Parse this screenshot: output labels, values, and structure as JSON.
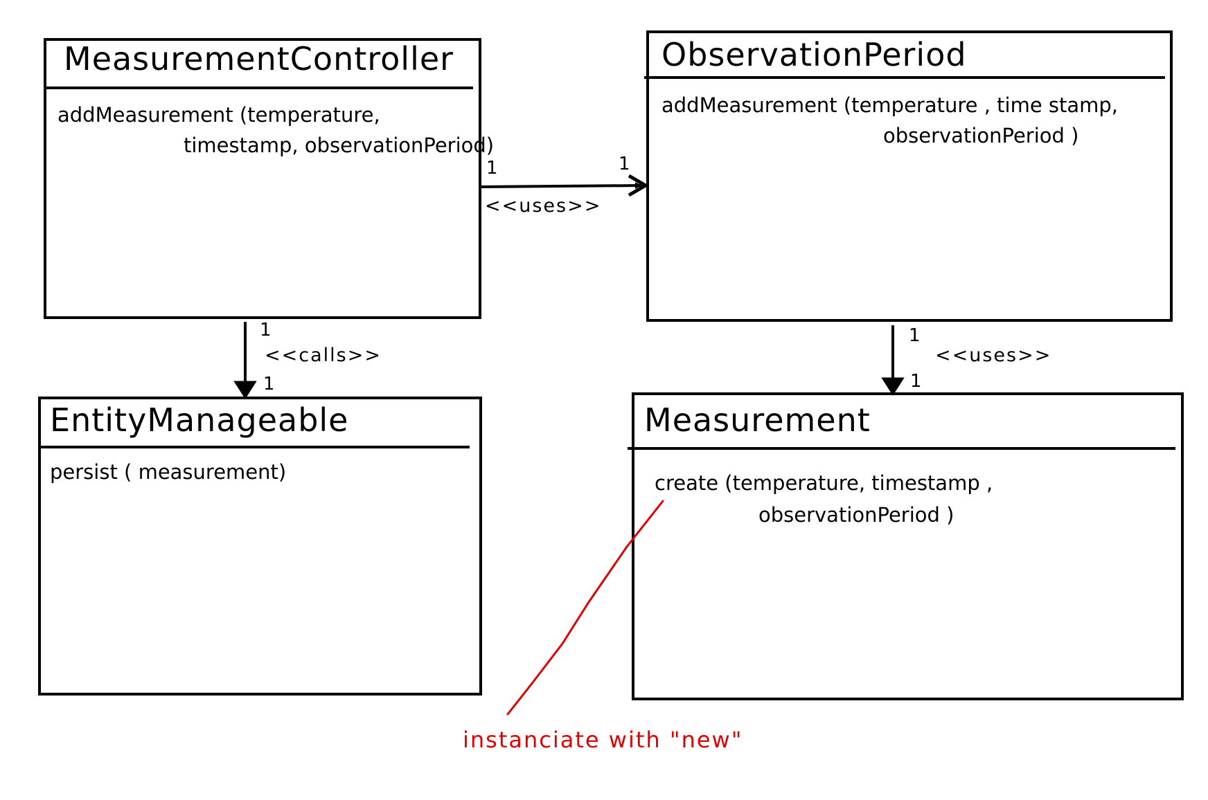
{
  "classes": {
    "measurement_controller": {
      "name": "MeasurementController",
      "method_line1": "addMeasurement (temperature,",
      "method_line2": "timestamp, observationPeriod)"
    },
    "observation_period": {
      "name": "ObservationPeriod",
      "method_line1": "addMeasurement (temperature , time stamp,",
      "method_line2": "observationPeriod )"
    },
    "entity_manageable": {
      "name": "EntityManageable",
      "method_line1": "persist ( measurement)"
    },
    "measurement": {
      "name": "Measurement",
      "method_line1": "create (temperature, timestamp ,",
      "method_line2": "observationPeriod )"
    }
  },
  "relations": {
    "controller_to_period": {
      "stereotype": "<<uses>>",
      "mult_source": "1",
      "mult_target": "1"
    },
    "controller_to_entity": {
      "stereotype": "<<calls>>",
      "mult_source": "1",
      "mult_target": "1"
    },
    "period_to_measurement": {
      "stereotype": "<<uses>>",
      "mult_source": "1",
      "mult_target": "1"
    }
  },
  "annotation": {
    "text": "instanciate with \"new\"",
    "color": "#e00000"
  }
}
